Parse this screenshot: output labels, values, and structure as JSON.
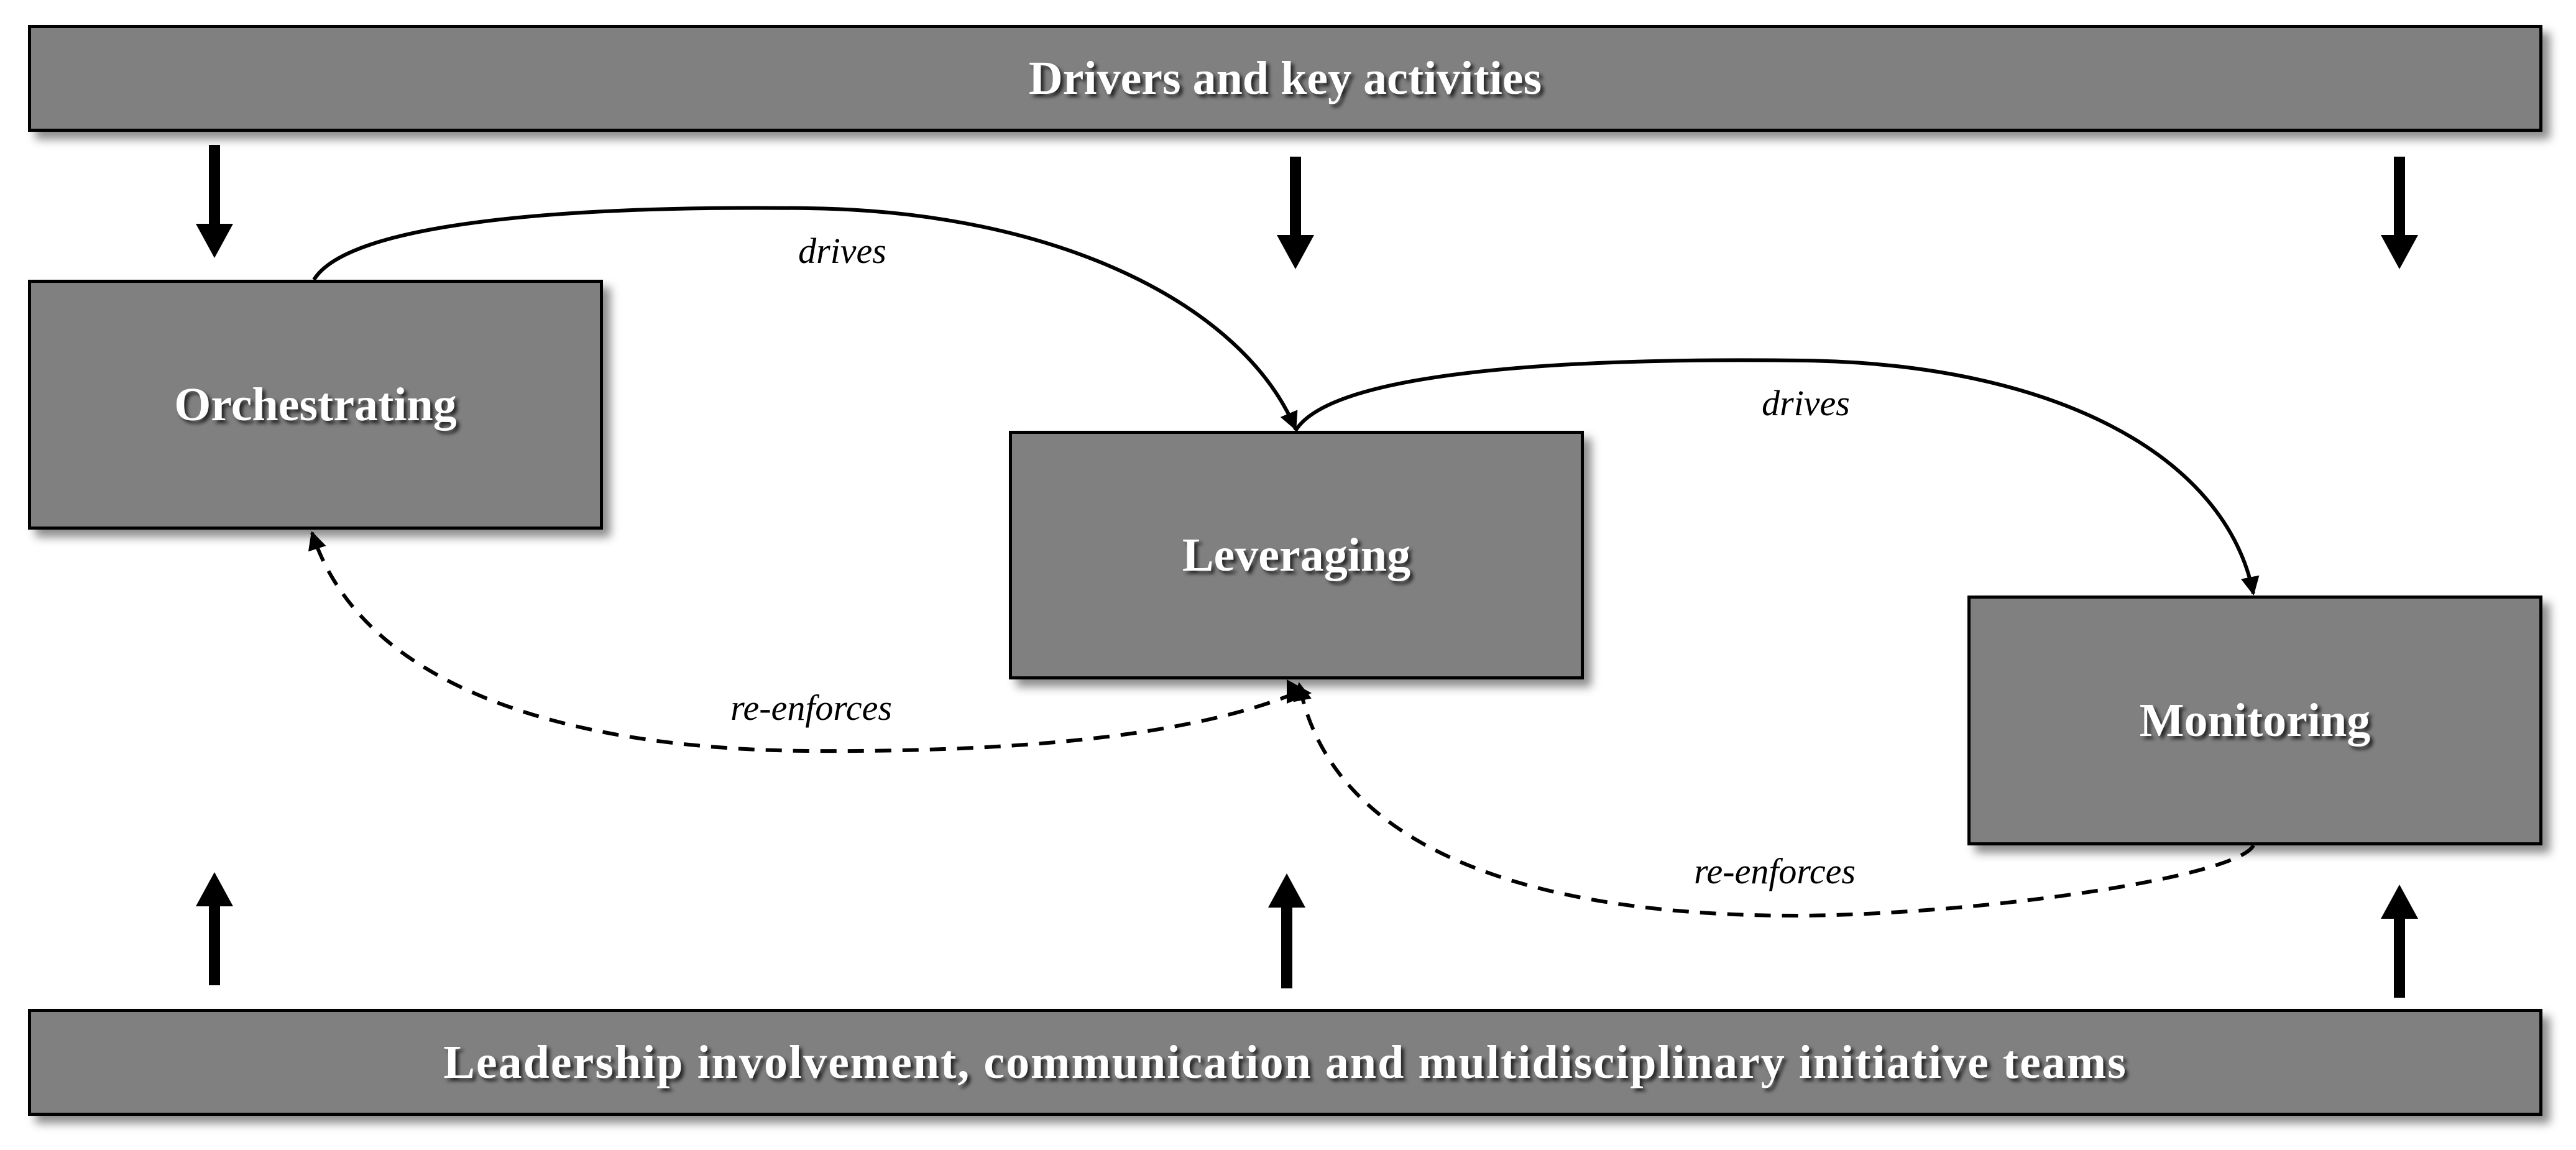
{
  "diagram": {
    "top_banner": "Drivers and key activities",
    "bottom_banner": "Leadership involvement, communication and multidisciplinary initiative teams",
    "nodes": {
      "orchestrating": "Orchestrating",
      "leveraging": "Leveraging",
      "monitoring": "Monitoring"
    },
    "edges": {
      "orchestrating_to_leveraging": "drives",
      "leveraging_to_monitoring": "drives",
      "leveraging_to_orchestrating": "re-enforces",
      "monitoring_to_leveraging": "re-enforces"
    },
    "colors": {
      "box_fill": "#808080",
      "box_border": "#000000",
      "text": "#ffffff"
    }
  }
}
